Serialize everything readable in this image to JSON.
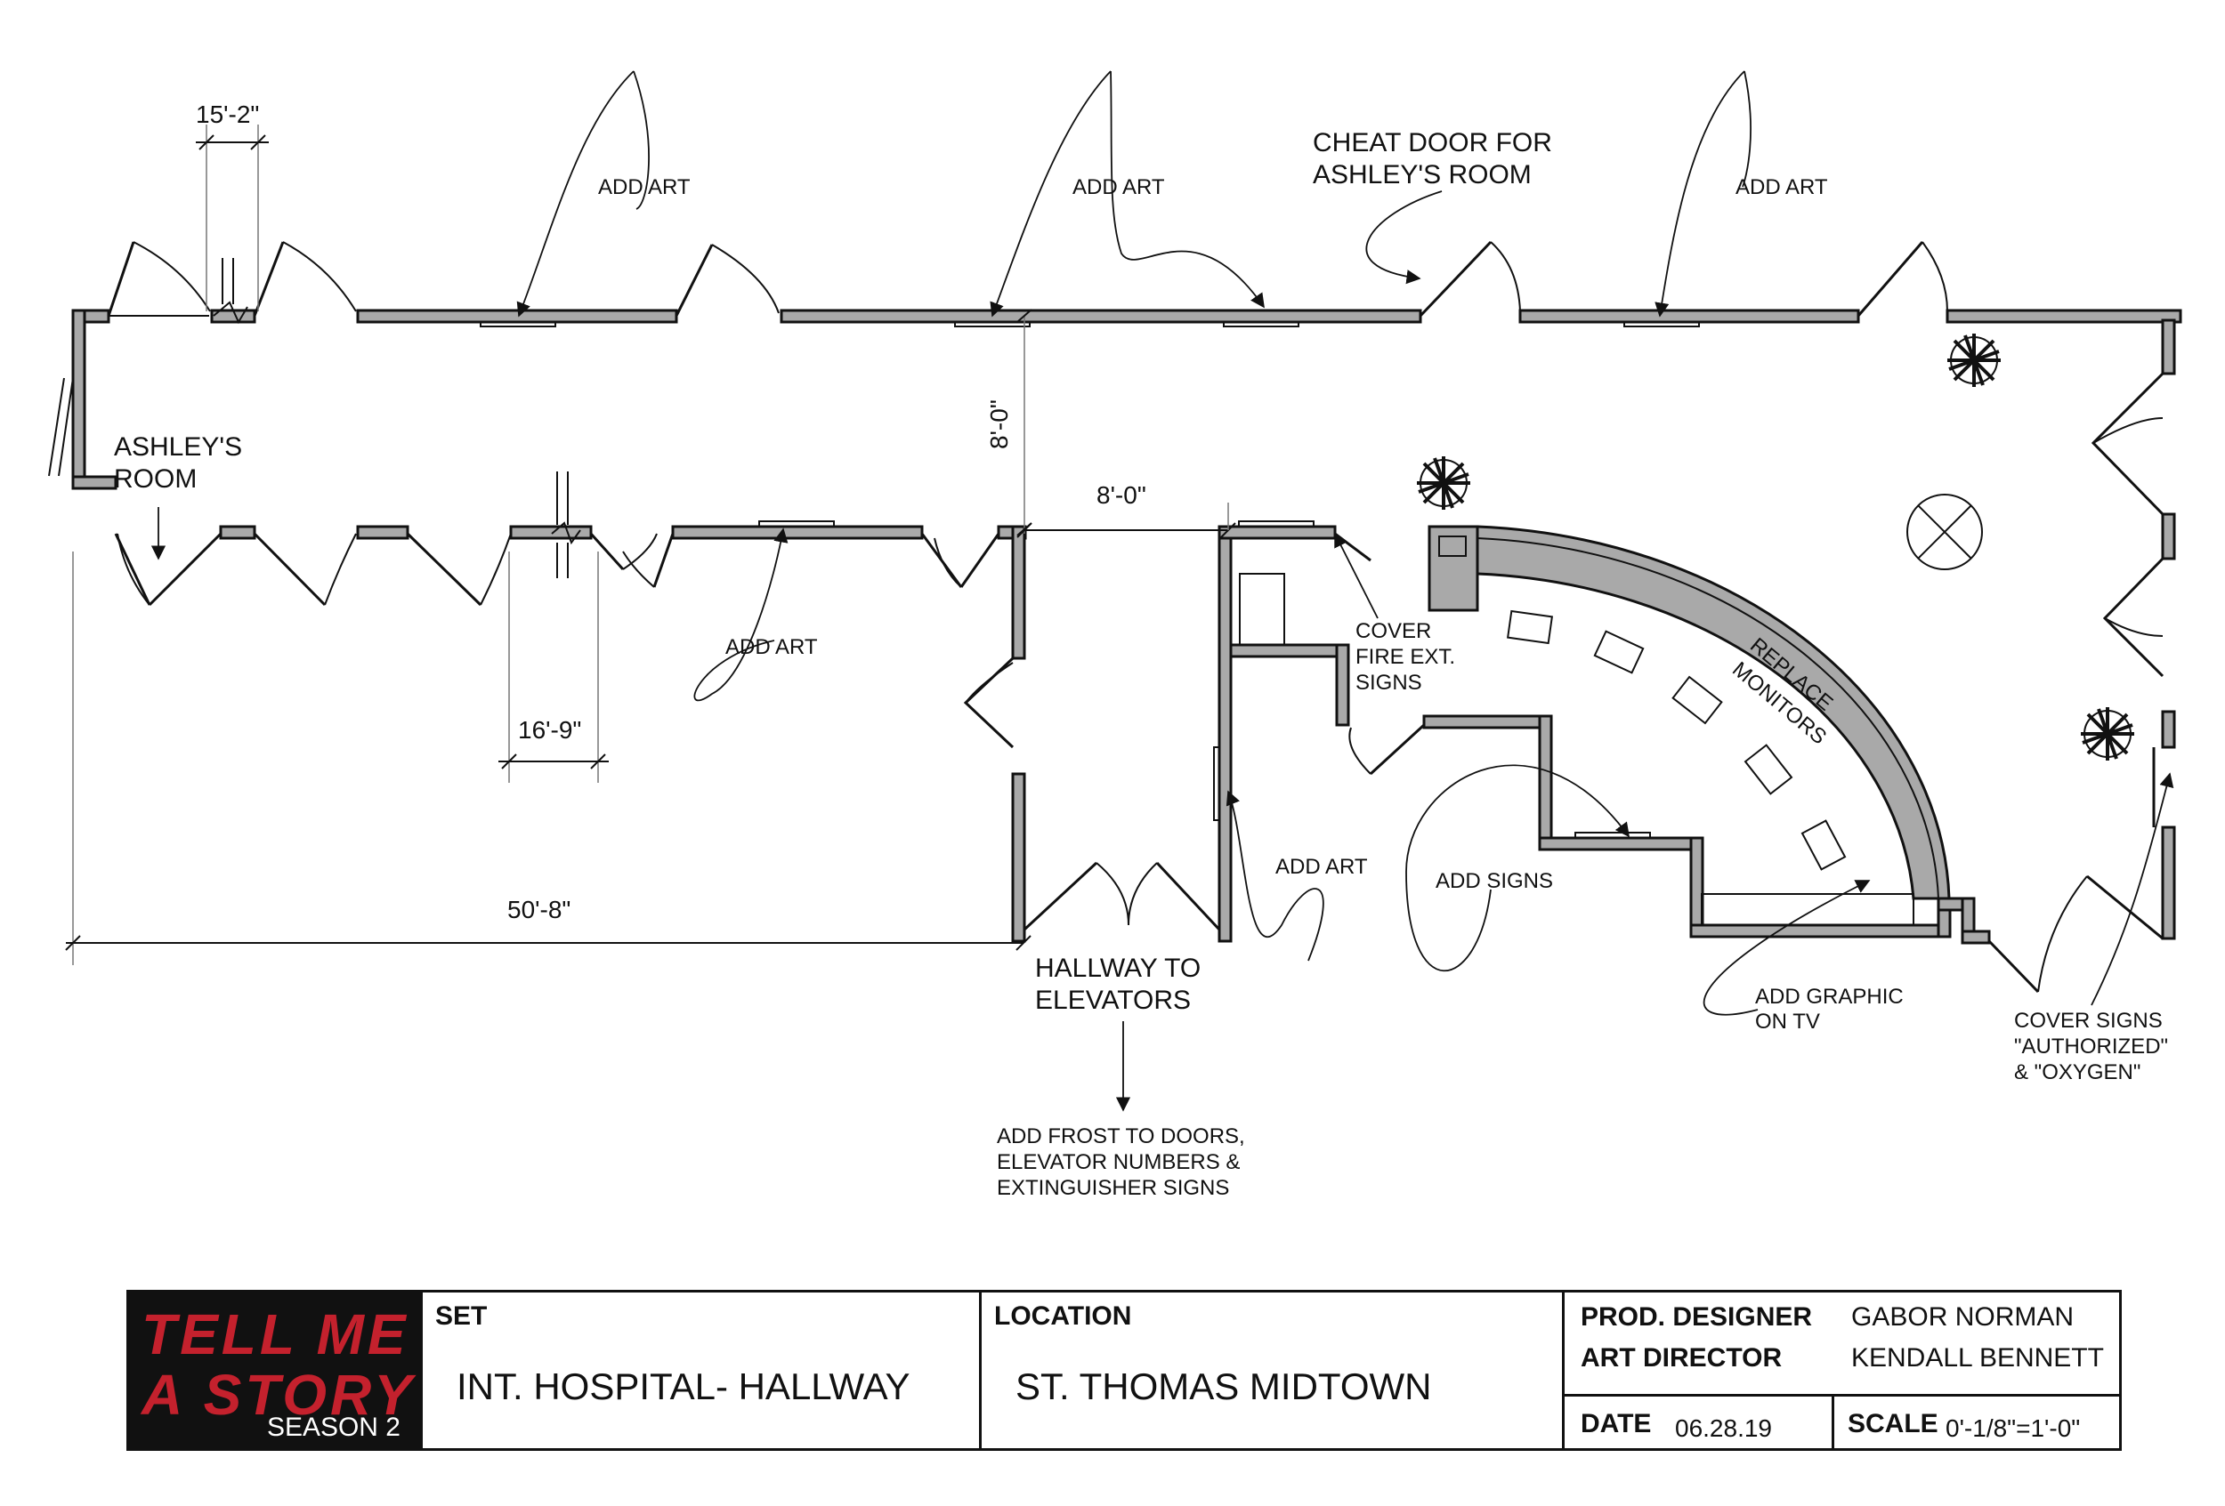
{
  "plan": {
    "labels": {
      "ashleys_room": [
        "ASHLEY'S",
        "ROOM"
      ],
      "add_art_1": "ADD ART",
      "add_art_2": "ADD ART",
      "add_art_3": "ADD ART",
      "add_art_4": "ADD ART",
      "add_art_5": "ADD ART",
      "cheat_door": [
        "CHEAT DOOR FOR",
        "ASHLEY'S ROOM"
      ],
      "cover_fire": [
        "COVER",
        "FIRE EXT.",
        "SIGNS"
      ],
      "add_signs": "ADD SIGNS",
      "replace_monitors": [
        "REPLACE",
        "MONITORS"
      ],
      "add_graphic": [
        "ADD GRAPHIC",
        "ON TV"
      ],
      "cover_signs": [
        "COVER SIGNS",
        "\"AUTHORIZED\"",
        "& \"OXYGEN\""
      ],
      "hallway": [
        "HALLWAY TO",
        "ELEVATORS"
      ],
      "add_frost": [
        "ADD FROST TO DOORS,",
        "ELEVATOR NUMBERS &",
        "EXTINGUISHER SIGNS"
      ]
    },
    "dimensions": {
      "d1": "15'-2\"",
      "d2": "8'-0\"",
      "d3": "8'-0\"",
      "d4": "16'-9\"",
      "d5": "50'-8\""
    }
  },
  "titleblock": {
    "logo": {
      "line1": "TELL ME",
      "line2": "A STORY",
      "season": "SEASON 2",
      "accent": "#c4212d"
    },
    "set": {
      "heading": "SET",
      "value": "INT. HOSPITAL- HALLWAY"
    },
    "location": {
      "heading": "LOCATION",
      "value": "ST. THOMAS MIDTOWN"
    },
    "prod_designer": {
      "label": "PROD. DESIGNER",
      "value": "GABOR NORMAN"
    },
    "art_director": {
      "label": "ART DIRECTOR",
      "value": "KENDALL BENNETT"
    },
    "date": {
      "label": "DATE",
      "value": "06.28.19"
    },
    "scale": {
      "label": "SCALE",
      "value": "0'-1/8\"=1'-0\""
    }
  }
}
